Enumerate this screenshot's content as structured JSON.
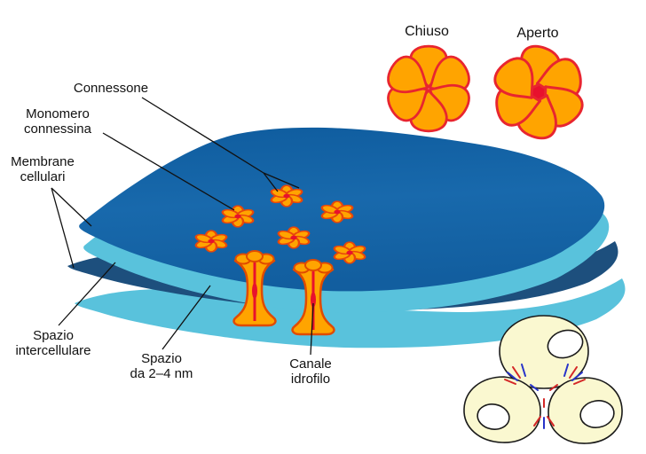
{
  "labels": {
    "chiuso": "Chiuso",
    "aperto": "Aperto",
    "connessone": "Connessone",
    "monomero_line1": "Monomero",
    "monomero_line2": "connessina",
    "membrane_line1": "Membrane",
    "membrane_line2": "cellulari",
    "spazio_inter_line1": "Spazio",
    "spazio_inter_line2": "intercellulare",
    "spazio_nm_line1": "Spazio",
    "spazio_nm_line2": "da 2–4 nm",
    "canale_line1": "Canale",
    "canale_line2": "idrofilo"
  },
  "colors": {
    "membrane_top_surface": "#1566A7",
    "membrane_light_edge": "#59C2DC",
    "lower_membrane_surface": "#1D4F7D",
    "connexon_fill": "#FFA400",
    "connexon_outline": "#E8470A",
    "channel_red": "#E8112D",
    "cell_fill": "#FAF8D0",
    "dash_red": "#D42727",
    "dash_blue": "#2733C9",
    "label_text": "#111111",
    "background": "#FFFFFF"
  }
}
